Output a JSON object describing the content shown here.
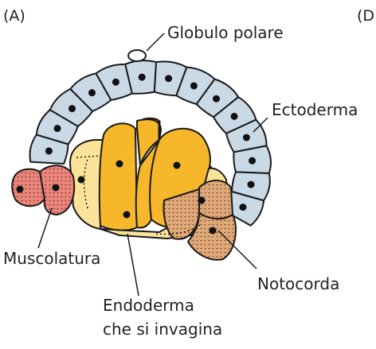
{
  "panel_label": "(A)",
  "panel_label_next": "(D",
  "labels": {
    "polar_body": "Globulo polare",
    "ectoderm": "Ectoderma",
    "muscle": "Muscolatura",
    "notochord": "Notocorda",
    "endoderm_line1": "Endoderma",
    "endoderm_line2": "che si invagina"
  },
  "colors": {
    "ectoderm": "#c9d9e6",
    "endoderm": "#f6b82a",
    "endoderm_light": "#fbe49a",
    "muscle": "#e8867c",
    "notochord": "#dfa878",
    "outline": "#1a1a1a"
  }
}
